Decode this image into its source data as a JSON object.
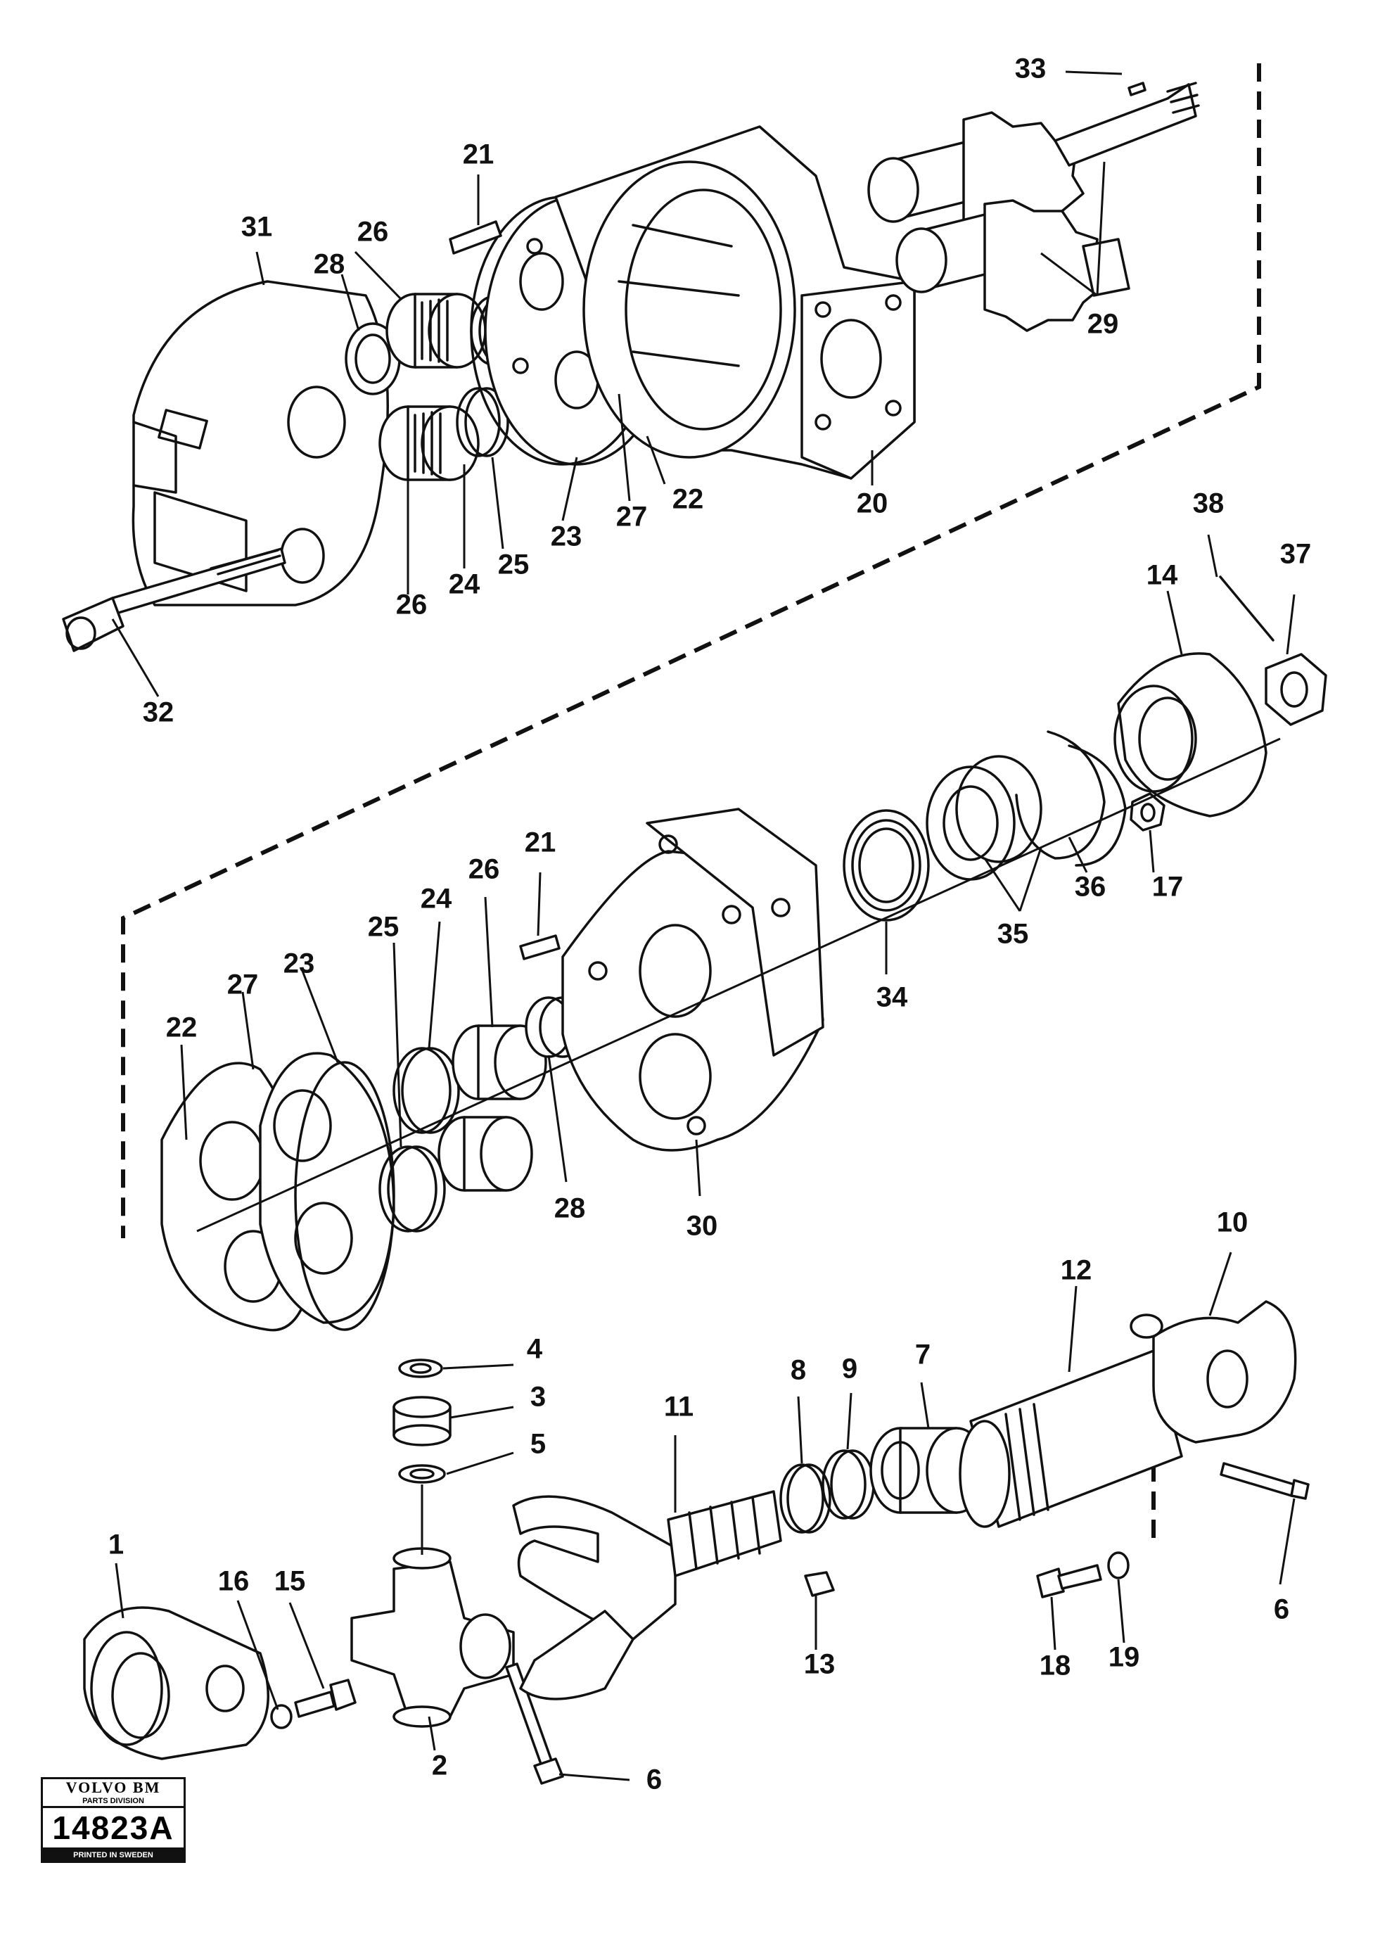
{
  "callouts": [
    "33",
    "21",
    "31",
    "26",
    "28",
    "29",
    "20",
    "22",
    "27",
    "23",
    "25",
    "24",
    "26",
    "32",
    "38",
    "37",
    "14",
    "21",
    "26",
    "24",
    "25",
    "23",
    "27",
    "22",
    "36",
    "17",
    "35",
    "34",
    "28",
    "30",
    "10",
    "12",
    "4",
    "3",
    "5",
    "7",
    "9",
    "8",
    "11",
    "1",
    "16",
    "15",
    "2",
    "6",
    "13",
    "18",
    "19",
    "6"
  ],
  "stamp": {
    "brand": "VOLVO BM",
    "division": "PARTS DIVISION",
    "number": "14823A",
    "footer": "PRINTED IN SWEDEN"
  }
}
